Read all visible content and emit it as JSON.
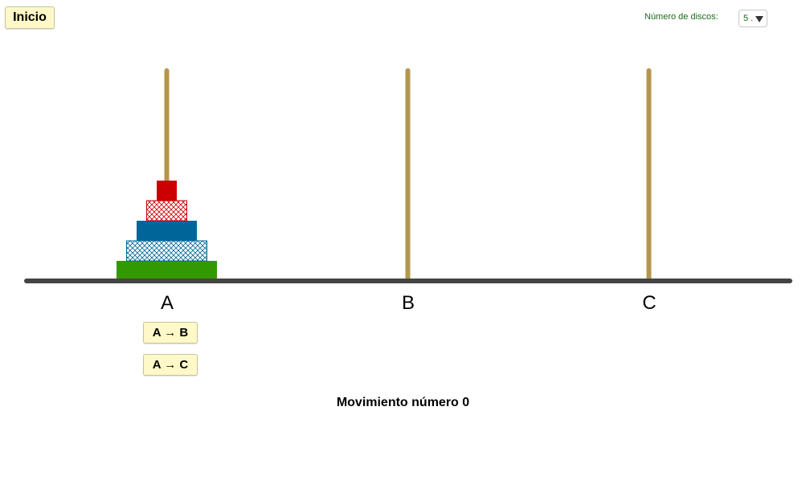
{
  "controls": {
    "reset_label": "Inicio",
    "discs_label": "Número de discos:",
    "discs_value": "5 .",
    "discs_count": 5
  },
  "pegs": [
    {
      "label": "A"
    },
    {
      "label": "B"
    },
    {
      "label": "C"
    }
  ],
  "discs_on_peg_a": [
    {
      "size_rank": 5,
      "color": "#339900",
      "pattern": "solid"
    },
    {
      "size_rank": 4,
      "color": "#006699",
      "pattern": "crosshatch"
    },
    {
      "size_rank": 3,
      "color": "#006699",
      "pattern": "solid"
    },
    {
      "size_rank": 2,
      "color": "#cc0000",
      "pattern": "crosshatch"
    },
    {
      "size_rank": 1,
      "color": "#cc0000",
      "pattern": "solid"
    }
  ],
  "moves": {
    "a_to_b": "A → B",
    "a_to_c": "A → C"
  },
  "status": {
    "move_text": "Movimiento número 0"
  },
  "colors": {
    "peg": "#b5964f",
    "base": "#444444",
    "button_bg": "#fff9c9",
    "label_green": "#1b6b1b"
  }
}
